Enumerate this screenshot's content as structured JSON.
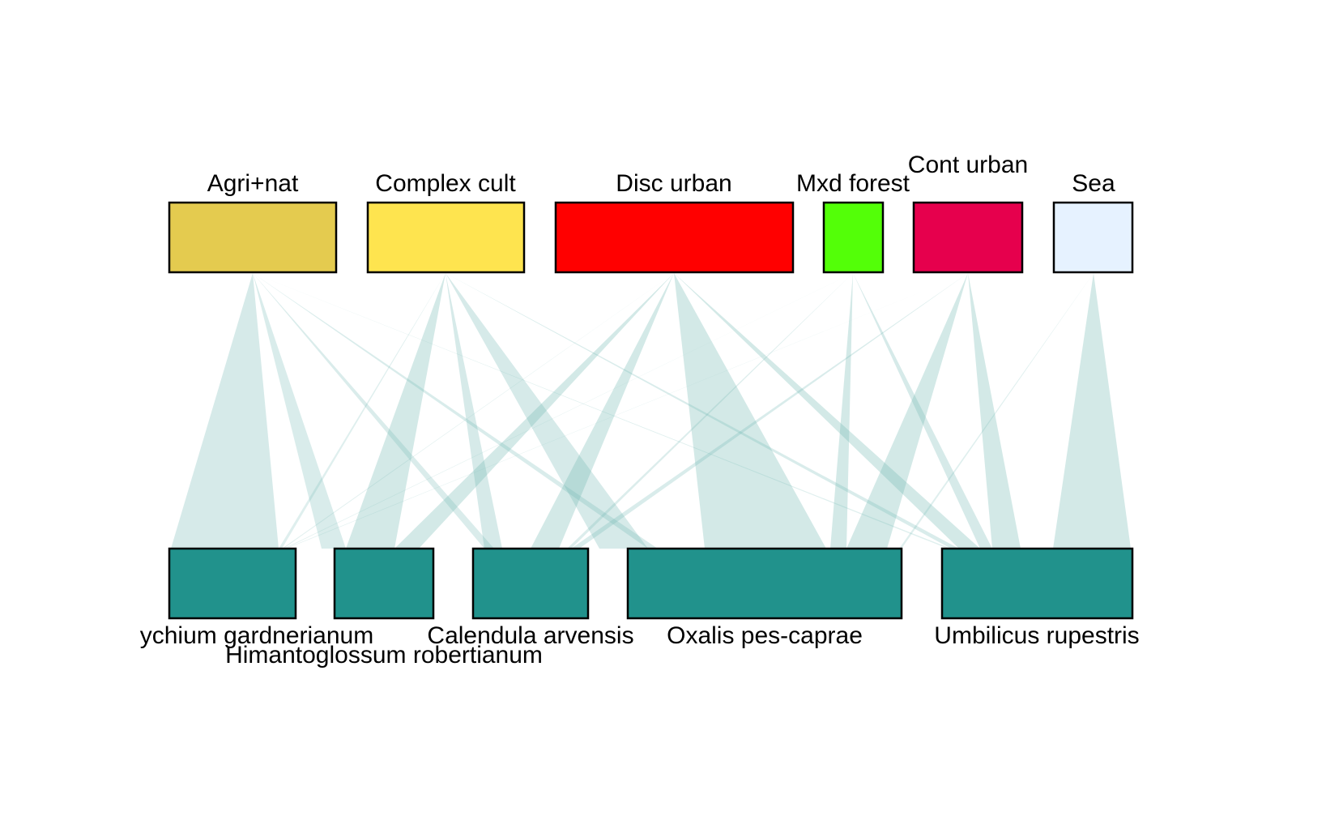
{
  "diagram": {
    "type": "bipartite-web",
    "link_color": "#6db5b1",
    "top_nodes": [
      {
        "id": "agri",
        "label": "Agri+nat",
        "color": "#e4cb4f"
      },
      {
        "id": "complex",
        "label": "Complex cult",
        "color": "#fee44f"
      },
      {
        "id": "disc",
        "label": "Disc urban",
        "color": "#ff0000"
      },
      {
        "id": "mxd",
        "label": "Mxd forest",
        "color": "#53ff08"
      },
      {
        "id": "cont",
        "label": "Cont urban",
        "color": "#e6004d"
      },
      {
        "id": "sea",
        "label": "Sea",
        "color": "#e6f2ff"
      }
    ],
    "bottom_nodes": [
      {
        "id": "gard",
        "label": "ychium gardnerianum",
        "color": "#21928c"
      },
      {
        "id": "himan",
        "label": "Himantoglossum robertianum",
        "color": "#21928c"
      },
      {
        "id": "cal",
        "label": "Calendula arvensis",
        "color": "#21928c"
      },
      {
        "id": "oxa",
        "label": "Oxalis pes-caprae",
        "color": "#21928c"
      },
      {
        "id": "umb",
        "label": "Umbilicus rupestris",
        "color": "#21928c"
      }
    ]
  }
}
